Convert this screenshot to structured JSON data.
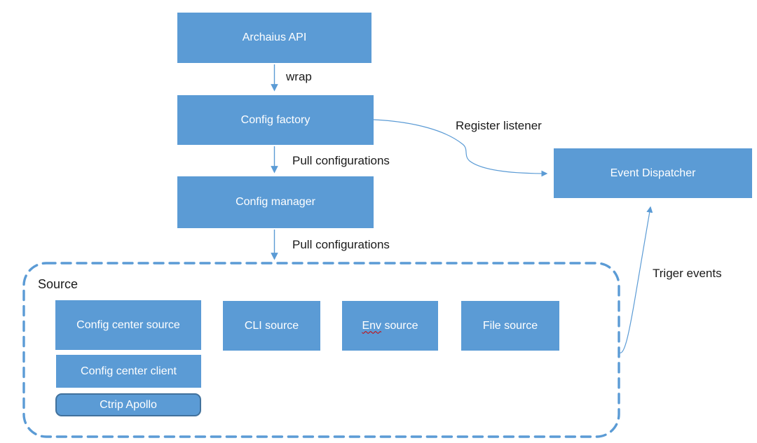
{
  "nodes": {
    "archaius_api": "Archaius API",
    "config_factory": "Config factory",
    "config_manager": "Config manager",
    "event_dispatcher": "Event Dispatcher",
    "config_center_source": "Config center source",
    "cli_source": "CLI source",
    "env_source_word": "Env",
    "env_source_rest": "source",
    "file_source": "File source",
    "config_center_client": "Config center client",
    "ctrip_apollo": "Ctrip Apollo"
  },
  "group": {
    "source_label": "Source"
  },
  "edge_labels": {
    "wrap": "wrap",
    "pull_configurations_top": "Pull configurations",
    "pull_configurations_bottom": "Pull configurations",
    "register_listener": "Register listener",
    "triger_events": "Triger events"
  },
  "colors": {
    "node_fill": "#5B9BD5",
    "node_text": "#FFFFFF",
    "connector": "#5B9BD5",
    "group_dashed_border": "#5B9BD5",
    "apollo_border": "#41719C",
    "label_text": "#1A1A1A",
    "spellcheck_underline": "#CC0000",
    "background": "#FFFFFF"
  }
}
